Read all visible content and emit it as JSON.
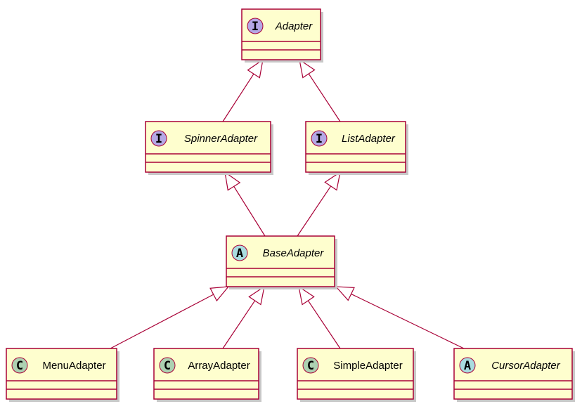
{
  "colors": {
    "box_fill": "#FEFECE",
    "box_border": "#A80036",
    "edge": "#A80036",
    "shadow": "#C8C8C8",
    "interface_circle": "#B4A7E5",
    "abstract_circle": "#A9DCDF",
    "class_circle": "#ADD1B2"
  },
  "classes": [
    {
      "id": "Adapter",
      "name": "Adapter",
      "kind": "interface",
      "letter": "I",
      "italic": true
    },
    {
      "id": "SpinnerAdapter",
      "name": "SpinnerAdapter",
      "kind": "interface",
      "letter": "I",
      "italic": true
    },
    {
      "id": "ListAdapter",
      "name": "ListAdapter",
      "kind": "interface",
      "letter": "I",
      "italic": true
    },
    {
      "id": "BaseAdapter",
      "name": "BaseAdapter",
      "kind": "abstract",
      "letter": "A",
      "italic": true
    },
    {
      "id": "MenuAdapter",
      "name": "MenuAdapter",
      "kind": "class",
      "letter": "C",
      "italic": false
    },
    {
      "id": "ArrayAdapter",
      "name": "ArrayAdapter",
      "kind": "class",
      "letter": "C",
      "italic": false
    },
    {
      "id": "SimpleAdapter",
      "name": "SimpleAdapter",
      "kind": "class",
      "letter": "C",
      "italic": false
    },
    {
      "id": "CursorAdapter",
      "name": "CursorAdapter",
      "kind": "abstract",
      "letter": "A",
      "italic": true
    }
  ],
  "relations": [
    {
      "from": "SpinnerAdapter",
      "to": "Adapter",
      "type": "generalization"
    },
    {
      "from": "ListAdapter",
      "to": "Adapter",
      "type": "generalization"
    },
    {
      "from": "BaseAdapter",
      "to": "SpinnerAdapter",
      "type": "generalization"
    },
    {
      "from": "BaseAdapter",
      "to": "ListAdapter",
      "type": "generalization"
    },
    {
      "from": "MenuAdapter",
      "to": "BaseAdapter",
      "type": "generalization"
    },
    {
      "from": "ArrayAdapter",
      "to": "BaseAdapter",
      "type": "generalization"
    },
    {
      "from": "SimpleAdapter",
      "to": "BaseAdapter",
      "type": "generalization"
    },
    {
      "from": "CursorAdapter",
      "to": "BaseAdapter",
      "type": "generalization"
    }
  ]
}
